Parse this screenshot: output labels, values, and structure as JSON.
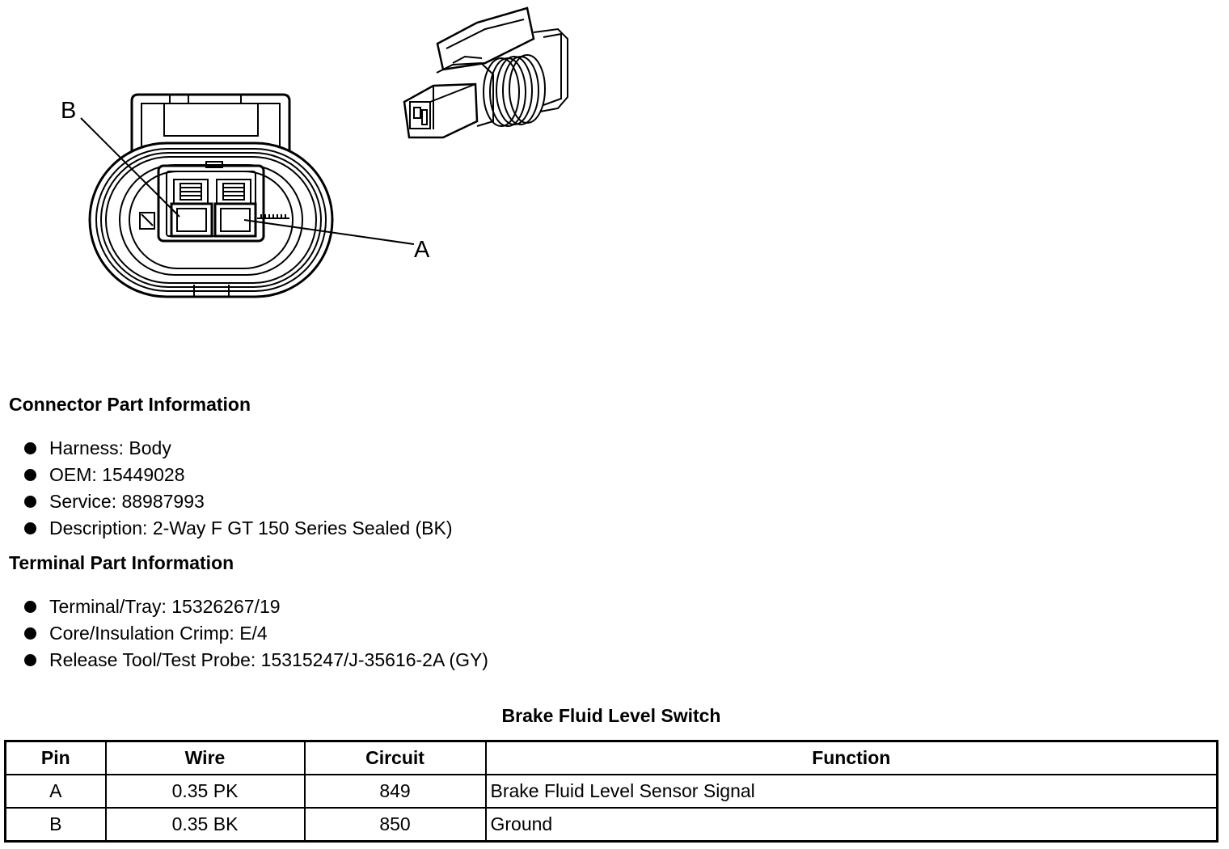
{
  "illustration": {
    "callout_b": "B",
    "callout_a": "A"
  },
  "connector_info": {
    "heading": "Connector Part Information",
    "items": [
      "Harness: Body",
      "OEM: 15449028",
      "Service: 88987993",
      "Description: 2-Way F GT 150 Series Sealed (BK)"
    ]
  },
  "terminal_info": {
    "heading": "Terminal Part Information",
    "items": [
      "Terminal/Tray: 15326267/19",
      "Core/Insulation Crimp: E/4",
      "Release Tool/Test Probe: 15315247/J-35616-2A (GY)"
    ]
  },
  "pin_table": {
    "title": "Brake Fluid Level Switch",
    "headers": [
      "Pin",
      "Wire",
      "Circuit",
      "Function"
    ],
    "rows": [
      [
        "A",
        "0.35 PK",
        "849",
        "Brake Fluid Level Sensor Signal"
      ],
      [
        "B",
        "0.35 BK",
        "850",
        "Ground"
      ]
    ]
  }
}
